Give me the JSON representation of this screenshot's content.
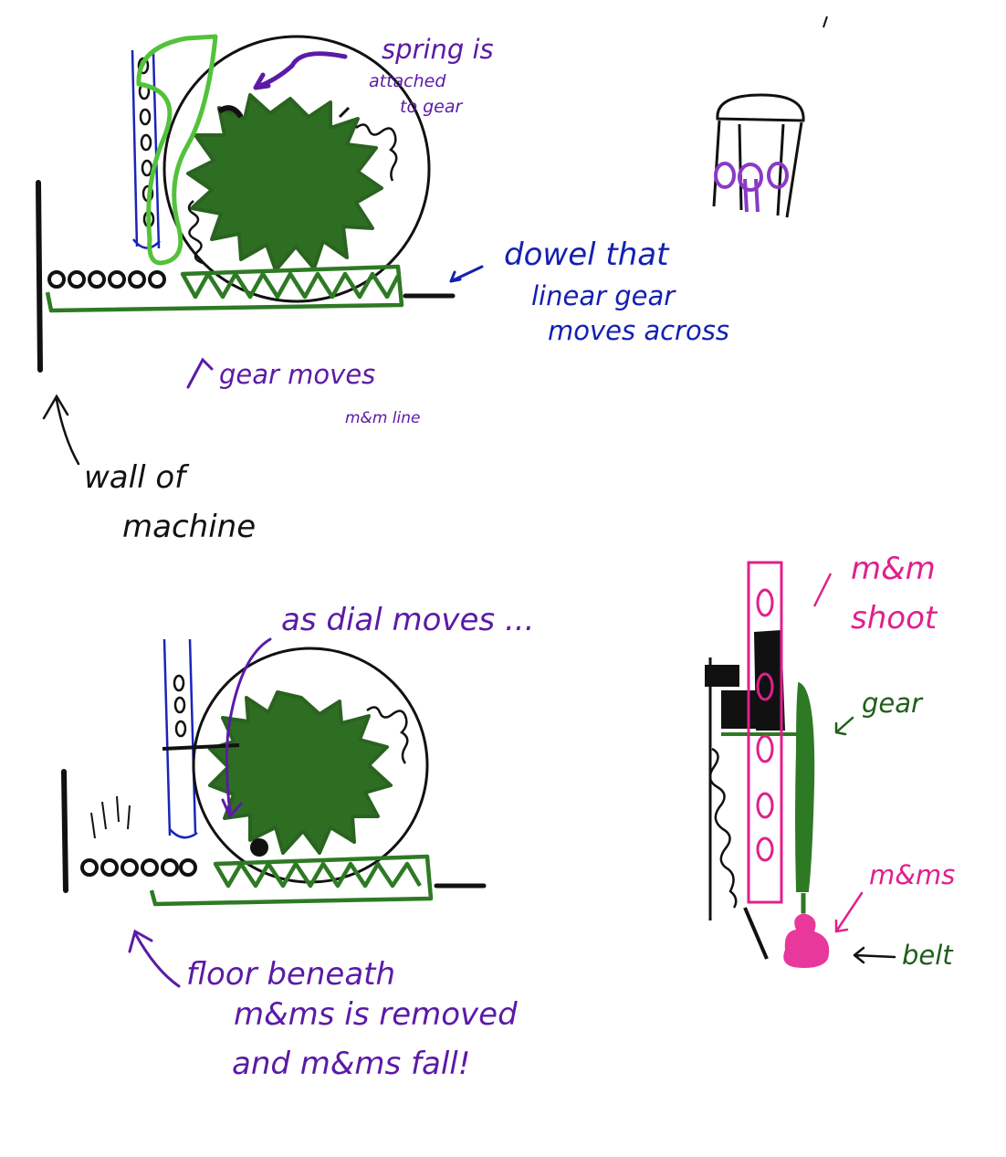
{
  "colors": {
    "gear": "#2e6e23",
    "rack": "#2e7a24",
    "spring": "#52c23a",
    "tube": "#1a25b8",
    "wall": "#111111",
    "annotation": "#5b1aa6",
    "chute": "#e0208c",
    "note_blue": "#1420b0"
  },
  "top": {
    "spring_note": [
      "spring is",
      "attached",
      "to gear"
    ],
    "dowel_note": [
      "dowel that",
      "linear gear",
      "moves across"
    ],
    "gear_note": [
      "gear moves",
      "m&m line"
    ],
    "wall_note": [
      "wall of",
      "machine"
    ]
  },
  "bottom": {
    "dial_note": "as dial moves ...",
    "floor_note": [
      "floor beneath",
      "m&ms is removed",
      "and m&ms fall!"
    ]
  },
  "side": {
    "chute_label": [
      "m&m",
      "shoot"
    ],
    "gear_label": "gear",
    "mms_label": "m&ms",
    "belt_label": "belt"
  }
}
